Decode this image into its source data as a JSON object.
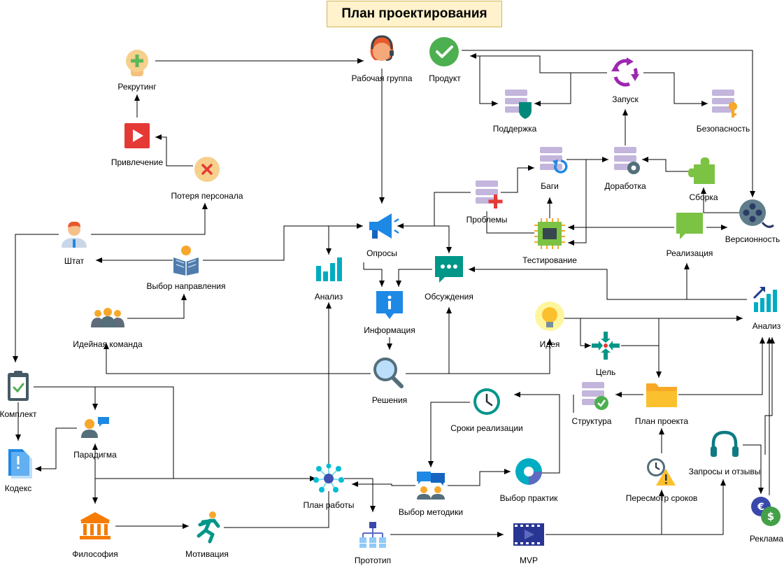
{
  "title": "План проектирования",
  "nodes": {
    "rekruting": "Рекрутинг",
    "privlechenie": "Привлечение",
    "poterya": "Потеря персонала",
    "shtat": "Штат",
    "vybor_napravleniya": "Выбор направления",
    "ideinaya_komanda": "Идейная команда",
    "komplekt": "Комплект",
    "kodeks": "Кодекс",
    "paradigma": "Парадигма",
    "filosofiya": "Философия",
    "motivaciya": "Мотивация",
    "rabochaya_gruppa": "Рабочая группа",
    "produkt": "Продукт",
    "podderzhka": "Поддержка",
    "zapusk": "Запуск",
    "bezopasnost": "Безопасность",
    "bagi": "Баги",
    "dorabotka": "Доработка",
    "sborka": "Сборка",
    "problemy": "Проблемы",
    "versionnost": "Версионность",
    "testirovanie": "Тестирование",
    "realizaciya": "Реализация",
    "oprosy": "Опросы",
    "analiz_left": "Анализ",
    "obsuzhdeniya": "Обсуждения",
    "informaciya": "Информация",
    "ideya": "Идея",
    "analiz_right": "Анализ",
    "cel": "Цель",
    "resheniya": "Решения",
    "struktura": "Структура",
    "plan_proekta": "План проекта",
    "sroki_realizacii": "Сроки реализации",
    "plan_raboty": "План работы",
    "vybor_metodiki": "Выбор методики",
    "vybor_praktik": "Выбор практик",
    "peresmotr_srokov": "Пересмотр сроков",
    "zaprosy_otzyvy": "Запросы и отзывы",
    "reklama": "Реклама",
    "prototip": "Прототип",
    "mvp": "MVP"
  },
  "colors": {
    "title_fill": "#fff2cc",
    "title_border": "#d6b656",
    "database_stack": "#c3b5dc",
    "teal": "#009688",
    "red": "#e53935",
    "blue": "#1e88e5",
    "orange": "#f7a72b",
    "green": "#7cc243"
  }
}
